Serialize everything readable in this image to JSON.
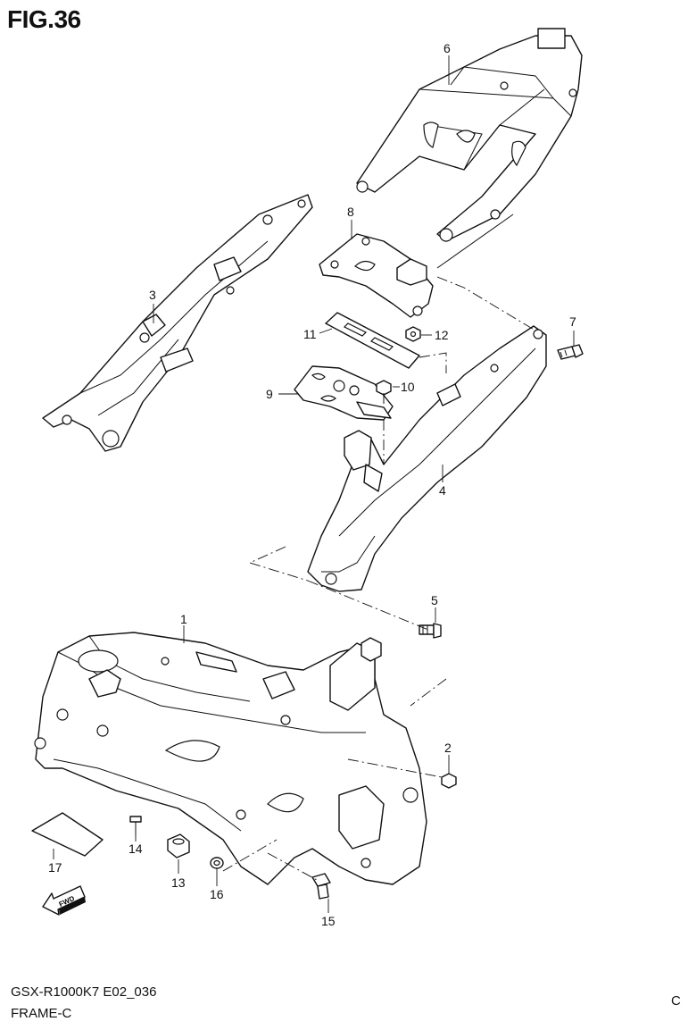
{
  "figure": {
    "title": "FIG.36",
    "model_code": "GSX-R1000K7 E02_036",
    "section_name": "FRAME-C",
    "edge_text": "C"
  },
  "callouts": [
    "1",
    "2",
    "3",
    "4",
    "5",
    "6",
    "7",
    "8",
    "9",
    "10",
    "11",
    "12",
    "13",
    "14",
    "15",
    "16",
    "17"
  ],
  "fwd_label": "FWD"
}
